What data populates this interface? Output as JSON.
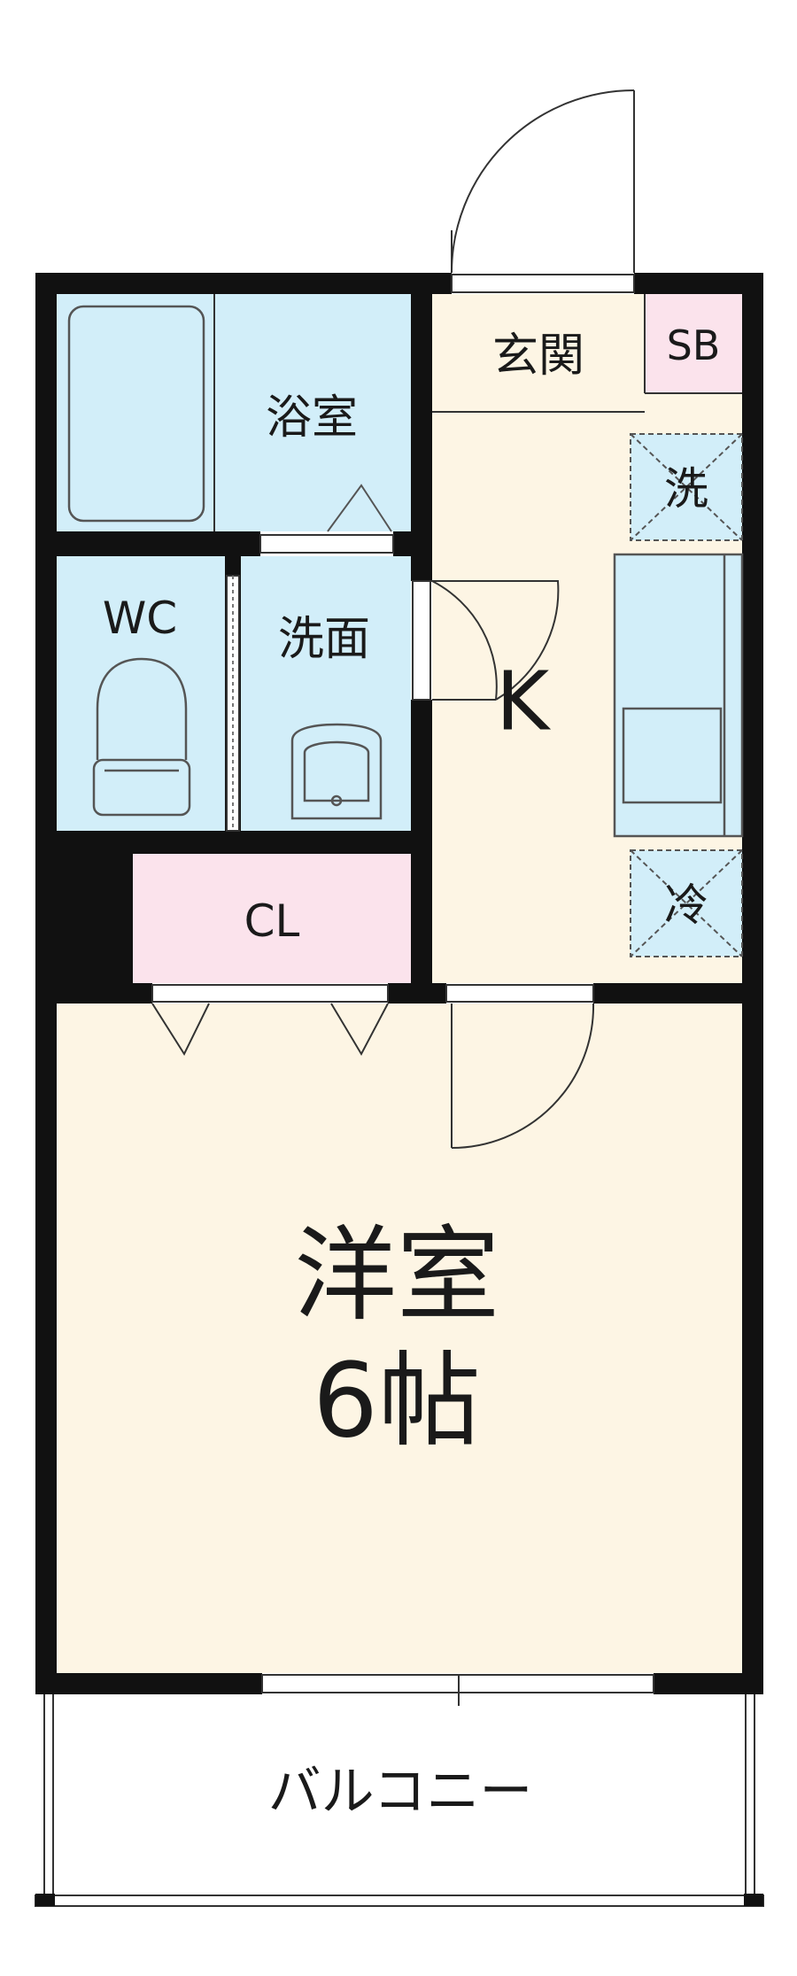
{
  "rooms": {
    "genkan": "玄関",
    "sb": "SB",
    "bath": "浴室",
    "wc": "WC",
    "washroom": "洗面",
    "kitchen": "K",
    "washer": "洗",
    "fridge": "冷",
    "closet": "CL",
    "western_room": "洋室",
    "western_room_size": "6帖",
    "balcony": "バルコニー"
  },
  "colors": {
    "wall": "#111111",
    "wet_area": "#d2eef9",
    "warm_floor": "#fdf5e4",
    "storage": "#fbe3ec",
    "fixture_line": "#555555"
  }
}
